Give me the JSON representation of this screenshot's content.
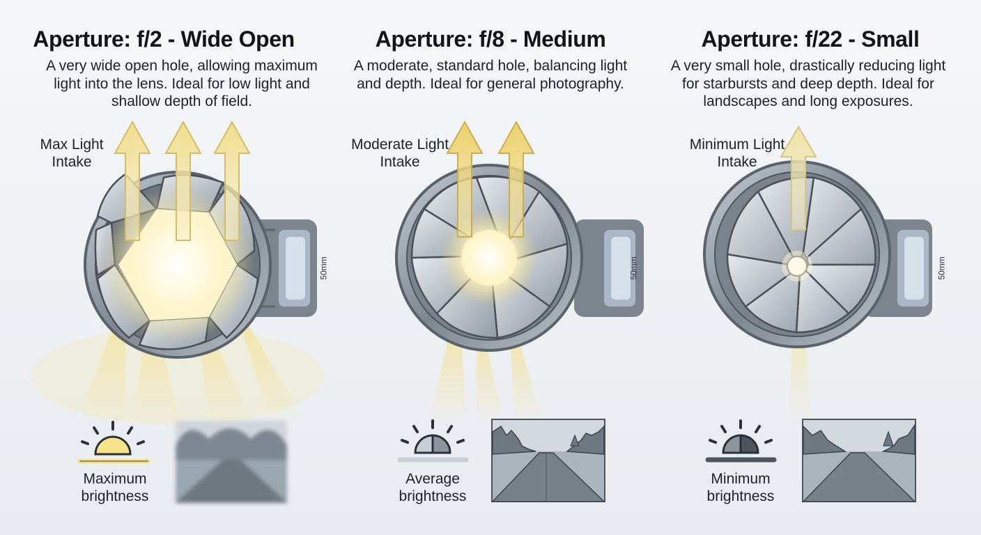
{
  "panels": [
    {
      "id": "f2",
      "title": "Aperture: f/2 - Wide Open",
      "description": "A very wide open hole, allowing maximum light into the lens. Ideal for low light and shallow depth of field.",
      "light_label": "Max Light Intake",
      "brightness_label": "Maximum brightness",
      "focal_length": "50mm",
      "arrow_count": 3,
      "scene": "blurred"
    },
    {
      "id": "f8",
      "title": "Aperture: f/8 - Medium",
      "description": "A moderate, standard hole, balancing light and depth. Ideal for general photography.",
      "light_label": "Moderate Light Intake",
      "brightness_label": "Average brightness",
      "focal_length": "50mm",
      "arrow_count": 2,
      "scene": "sharp"
    },
    {
      "id": "f22",
      "title": "Aperture: f/22 - Small",
      "description": "A very small hole, drastically reducing light for starbursts and deep depth. Ideal for landscapes and long exposures.",
      "light_label": "Minimum Light Intake",
      "brightness_label": "Minimum brightness",
      "focal_length": "50mm",
      "arrow_count": 1,
      "scene": "sharp"
    }
  ],
  "colors": {
    "light_yellow": "#f6e27a",
    "arrow_fill": "#f3e6a6",
    "lens_metal": "#8a929b",
    "blade": "#c9cfd6",
    "text": "#15191d"
  }
}
